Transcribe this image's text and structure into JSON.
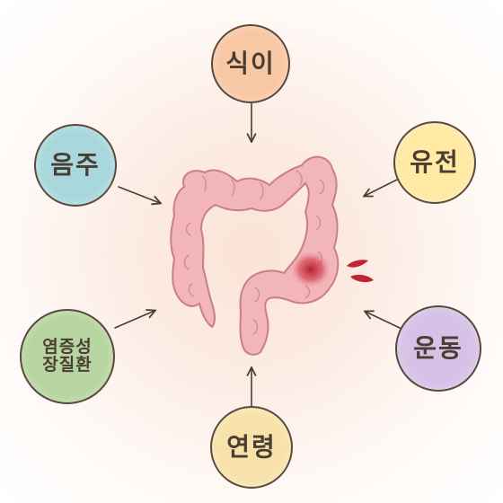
{
  "factors": {
    "top": {
      "label": "식이",
      "color": "#f8c7a4"
    },
    "upper_left": {
      "label": "음주",
      "color": "#a8d8dc"
    },
    "upper_right": {
      "label": "유전",
      "color": "#ffe9a3"
    },
    "lower_left": {
      "line1": "염증성",
      "line2": "장질환",
      "color": "#b7d5a0"
    },
    "lower_right": {
      "label": "운동",
      "color": "#d6c2e6"
    },
    "bottom": {
      "label": "연령",
      "color": "#f7e3a9"
    }
  },
  "colors": {
    "intestine": "#f1b5ba",
    "intestine_outline": "#c97f86",
    "lesion": "#c02435",
    "arrow": "#4a3d33"
  }
}
